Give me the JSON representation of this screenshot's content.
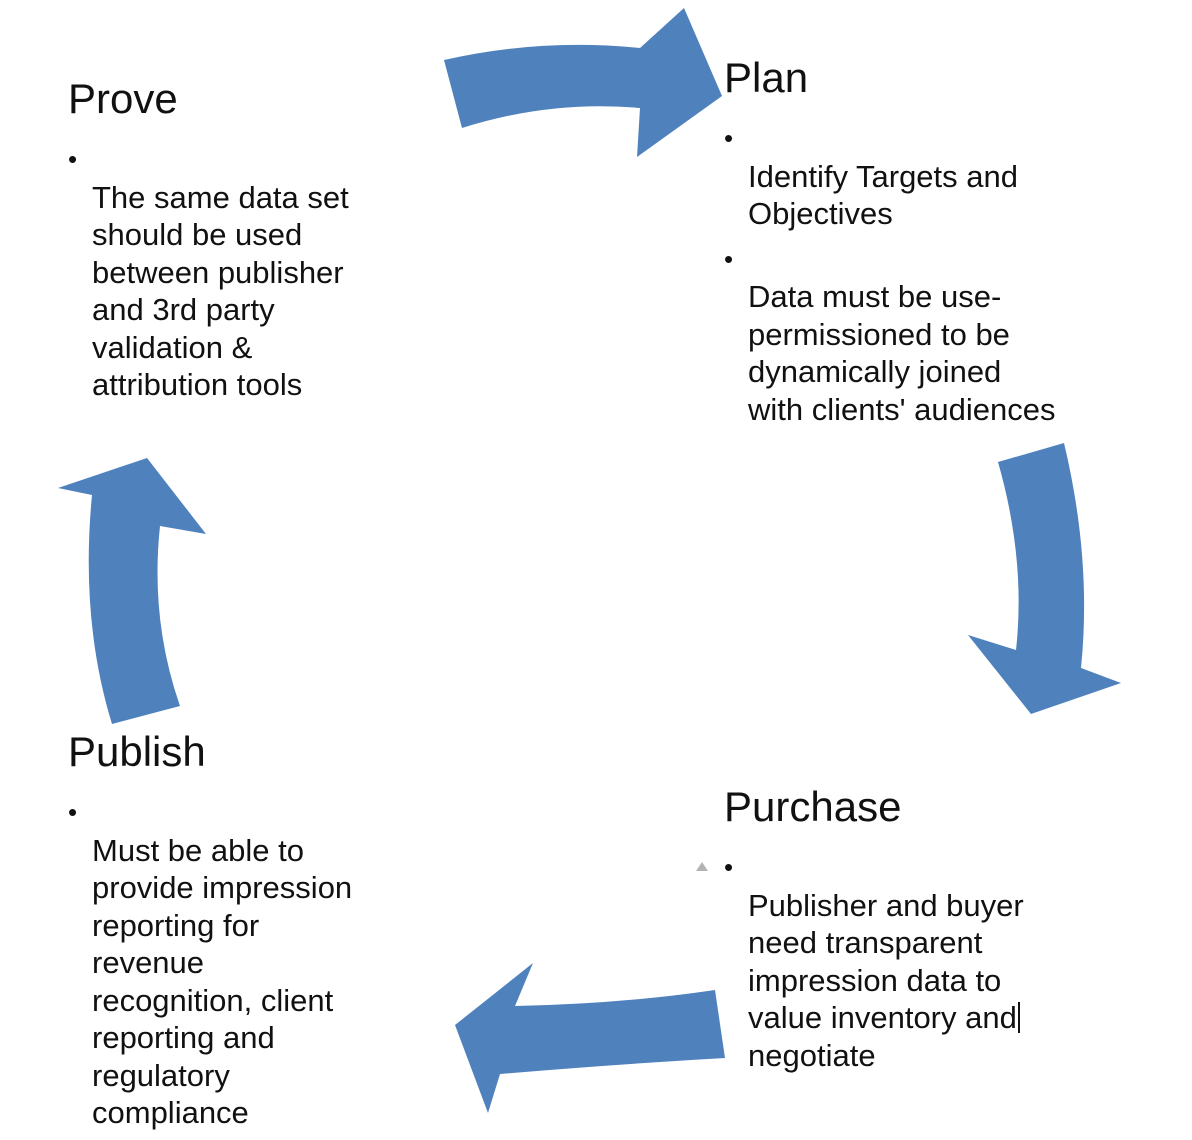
{
  "diagram": {
    "colors": {
      "arrow": "#4f81bd",
      "text": "#111111",
      "background": "#ffffff"
    },
    "stages": {
      "prove": {
        "title": "Prove",
        "bullets": [
          "The same data set\nshould be used\nbetween publisher\nand 3rd party\nvalidation &\nattribution tools"
        ]
      },
      "plan": {
        "title": "Plan",
        "bullets": [
          "Identify Targets and\nObjectives",
          "Data must be use-\npermissioned to be\ndynamically  joined\nwith clients' audiences"
        ]
      },
      "publish": {
        "title": "Publish",
        "bullets": [
          "Must be able to\nprovide impression\nreporting for\nrevenue\nrecognition, client\nreporting and\nregulatory\ncompliance"
        ]
      },
      "purchase": {
        "title": "Purchase",
        "bullets": [
          "Publisher and buyer\nneed transparent\nimpression data to\nvalue inventory and\nnegotiate"
        ]
      }
    },
    "bullet_symbol": "•"
  }
}
